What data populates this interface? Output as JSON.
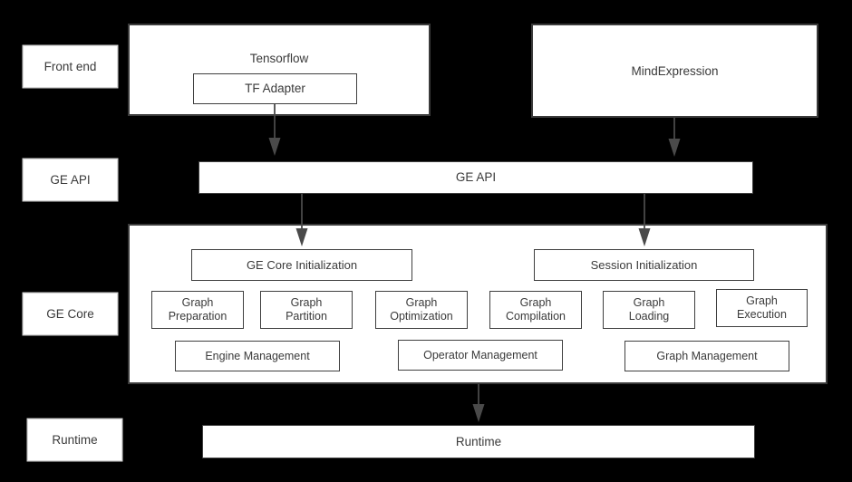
{
  "diagram": {
    "title": "GE architecture layered diagram",
    "background_color": "#000000",
    "box_fill": "#ffffff",
    "box_stroke": "#3f3f3f",
    "text_color": "#3a3a3a"
  },
  "layers": [
    {
      "id": "front-end",
      "label": "Front end"
    },
    {
      "id": "ge-api",
      "label": "GE API"
    },
    {
      "id": "ge-core",
      "label": "GE Core"
    },
    {
      "id": "runtime",
      "label": "Runtime"
    }
  ],
  "front_end": {
    "tensorflow": {
      "title": "Tensorflow",
      "adapter": "TF Adapter"
    },
    "mindexpression": {
      "title": "MindExpression"
    }
  },
  "ge_api": {
    "bar_label": "GE API"
  },
  "ge_core": {
    "init_blocks": [
      {
        "label": "GE Core Initialization"
      },
      {
        "label": "Session Initialization"
      }
    ],
    "stage_blocks": [
      {
        "label": "Graph\nPreparation"
      },
      {
        "label": "Graph\nPartition"
      },
      {
        "label": "Graph\nOptimization"
      },
      {
        "label": "Graph\nCompilation"
      },
      {
        "label": "Graph\nLoading"
      },
      {
        "label": "Graph\nExecution"
      }
    ],
    "management_blocks": [
      {
        "label": "Engine Management"
      },
      {
        "label": "Operator Management"
      },
      {
        "label": "Graph Management"
      }
    ]
  },
  "runtime": {
    "bar_label": "Runtime"
  },
  "connectors": [
    {
      "name": "tf-adapter-to-ge-api",
      "from": "TF Adapter",
      "to": "GE API"
    },
    {
      "name": "mindexpression-to-ge-api",
      "from": "MindExpression",
      "to": "GE API"
    },
    {
      "name": "ge-api-to-ge-core-init",
      "from": "GE API",
      "to": "GE Core Initialization"
    },
    {
      "name": "ge-api-to-session-init",
      "from": "GE API",
      "to": "Session Initialization"
    },
    {
      "name": "ge-core-to-runtime",
      "from": "GE Core",
      "to": "Runtime"
    }
  ]
}
